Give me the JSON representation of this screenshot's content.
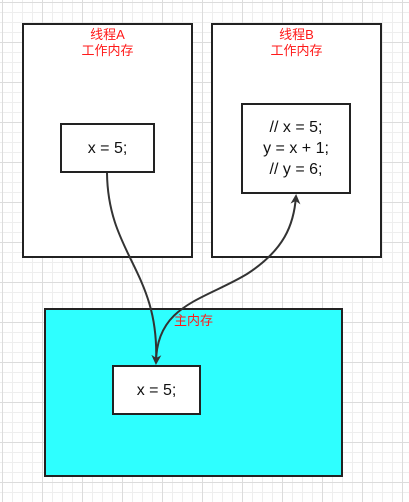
{
  "thread_a": {
    "title_line1": "线程A",
    "title_line2": "工作内存",
    "code": "x = 5;"
  },
  "thread_b": {
    "title_line1": "线程B",
    "title_line2": "工作内存",
    "code_lines": [
      "// x = 5;",
      "y = x + 1;",
      "// y = 6;"
    ]
  },
  "main_memory": {
    "title": "主内存",
    "code": "x = 5;",
    "fill_color": "#2effff"
  },
  "colors": {
    "title_text": "#ff1a1a",
    "border": "#222222",
    "arrow": "#333333"
  }
}
